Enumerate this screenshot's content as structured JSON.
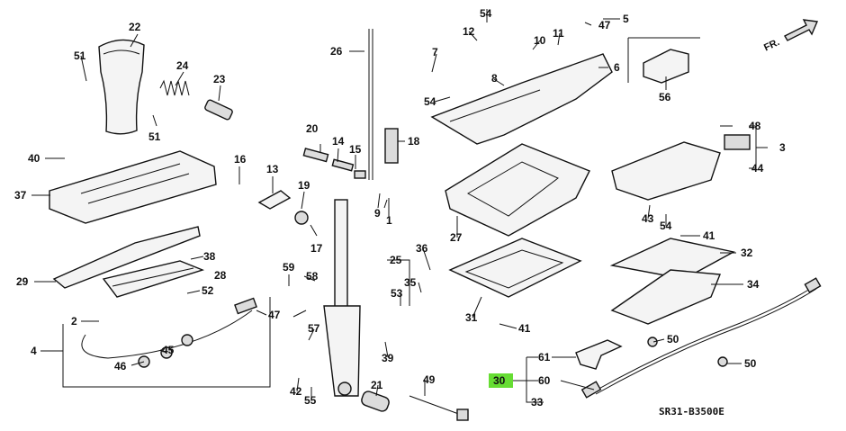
{
  "diagram": {
    "drawing_code": "SR31-B3500E",
    "direction_label": "FR.",
    "highlighted_part": "30",
    "highlight_color": "#66dd33",
    "callouts": [
      "1",
      "2",
      "3",
      "4",
      "5",
      "6",
      "7",
      "8",
      "9",
      "10",
      "11",
      "12",
      "13",
      "14",
      "15",
      "16",
      "17",
      "18",
      "19",
      "20",
      "21",
      "22",
      "23",
      "24",
      "25",
      "26",
      "27",
      "28",
      "29",
      "30",
      "31",
      "32",
      "33",
      "34",
      "35",
      "36",
      "37",
      "38",
      "39",
      "40",
      "41",
      "42",
      "43",
      "44",
      "45",
      "46",
      "47",
      "48",
      "49",
      "50",
      "51",
      "52",
      "53",
      "54",
      "55",
      "56",
      "57",
      "58",
      "59",
      "60",
      "61"
    ]
  }
}
